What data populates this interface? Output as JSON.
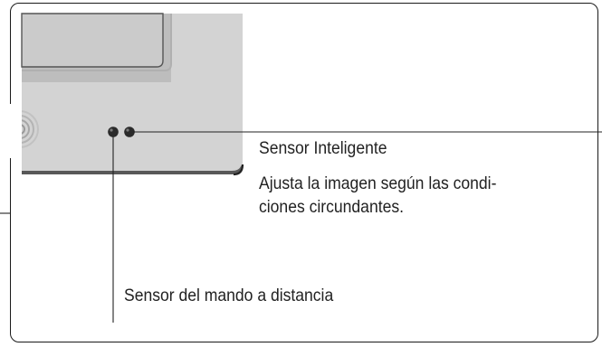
{
  "smart_sensor": {
    "title": "Sensor Inteligente",
    "description_line1": "Ajusta la imagen según las condi-",
    "description_line2": "ciones circundantes."
  },
  "remote_sensor": {
    "label": "Sensor del mando a distancia"
  },
  "colors": {
    "text": "#222222",
    "frame": "#1a1a1a",
    "tv_bezel": "#d2d2d2",
    "tv_screen": "#c4c4c4",
    "sensor_dot": "#2a2a2a"
  }
}
